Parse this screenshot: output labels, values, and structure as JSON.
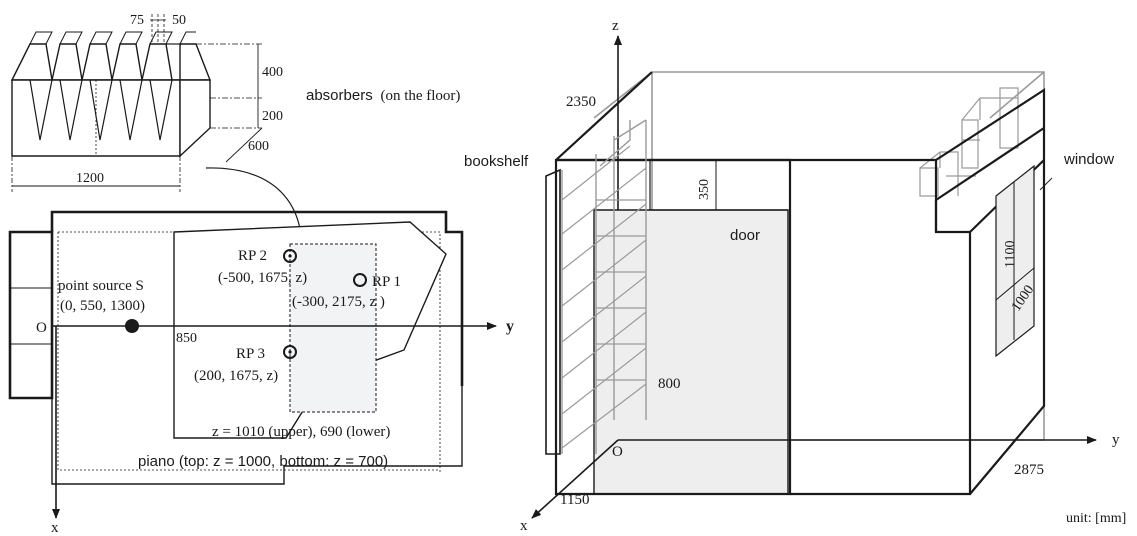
{
  "absorber": {
    "dim_75": "75",
    "dim_50": "50",
    "dim_400": "400",
    "dim_200": "200",
    "dim_600": "600",
    "dim_1200": "1200",
    "label_main": "absorbers",
    "label_paren": "(on the floor)"
  },
  "plan": {
    "rp2_label": "RP 2",
    "rp2_coords": "(-500, 1675, z)",
    "rp1_label": "RP 1",
    "rp1_coords": "(-300, 2175, z )",
    "rp3_label": "RP 3",
    "rp3_coords": "(200, 1675, z)",
    "source_label": "point source S",
    "source_coords": "(0, 550, 1300)",
    "origin_label": "O",
    "dim_850": "850",
    "y_axis_label": "y",
    "x_axis_label": "x",
    "z_levels": "z = 1010 (upper), 690 (lower)",
    "piano_label": "piano (top: z = 1000, bottom: z = 700)"
  },
  "room3d": {
    "z_axis_label": "z",
    "y_axis_label": "y",
    "x_axis_label": "x",
    "dim_2350": "2350",
    "dim_350": "350",
    "dim_800": "800",
    "dim_1150": "1150",
    "dim_2875": "2875",
    "dim_1100": "1100",
    "dim_1000": "1000",
    "origin_label": "O",
    "bookshelf_label": "bookshelf",
    "door_label": "door",
    "window_label": "window"
  },
  "unit_note": "unit: [mm]",
  "colors": {
    "line": "#1a1a1a",
    "gray_line": "#9a9a9a",
    "fill_light": "#eeeeee",
    "fill_panel": "#f2f3f5"
  }
}
